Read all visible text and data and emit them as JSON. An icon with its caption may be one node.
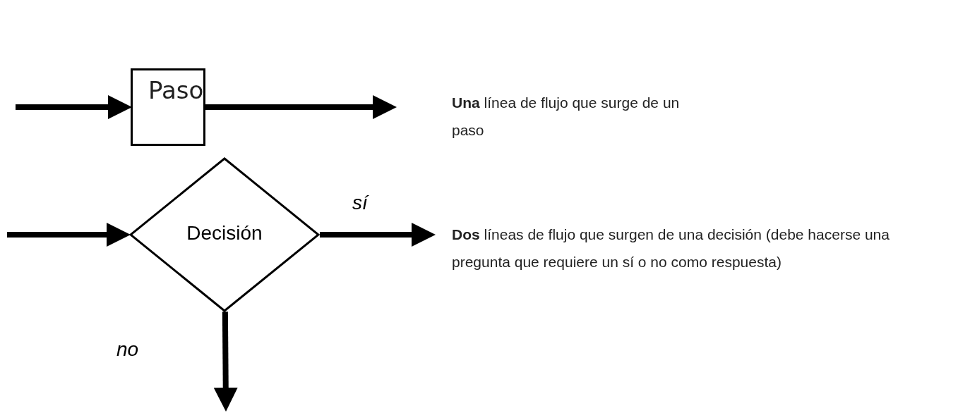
{
  "diagram": {
    "nodes": [
      {
        "text": [
          "Paso"
        ]
      },
      {
        "text": [
          "Decisión"
        ]
      }
    ],
    "edges": [
      {
        "from": null,
        "to": 0,
        "arrow": "to"
      },
      {
        "from": 0,
        "to": null,
        "arrow": "to"
      },
      {
        "from": null,
        "to": 1,
        "arrow": "to"
      },
      {
        "from": 1,
        "to": null,
        "arrow": "to",
        "label": "sí"
      },
      {
        "from": 1,
        "to": null,
        "arrow": "to",
        "label": "no"
      }
    ],
    "labels": [
      "**Una** línea de flujo que surge de un paso",
      "**Dos** líneas de flujo que surgen de una decisión (debe hacerse una pregunta que requiere un sí o no como respuesta)"
    ]
  }
}
